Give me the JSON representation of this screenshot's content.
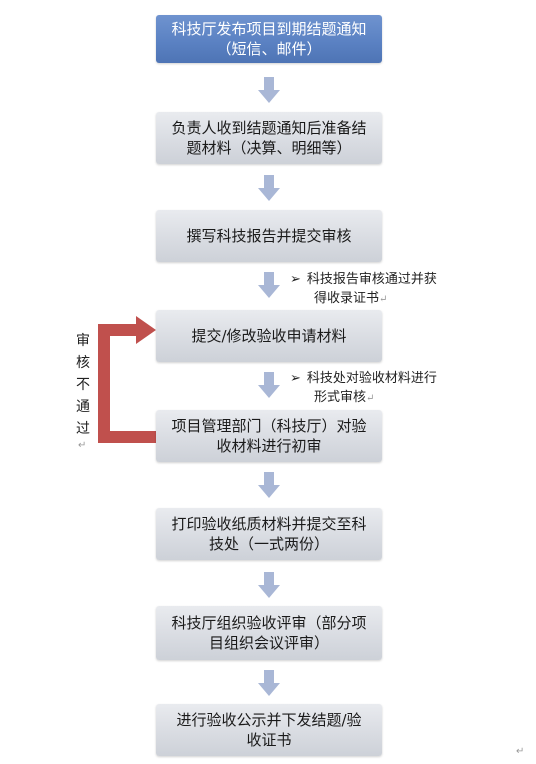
{
  "steps": [
    {
      "line1": "科技厅发布项目到期结题通知",
      "line2": "（短信、邮件）"
    },
    {
      "line1": "负责人收到结题通知后准备结",
      "line2": "题材料（决算、明细等）"
    },
    {
      "line1": "撰写科技报告并提交审核",
      "line2": ""
    },
    {
      "line1": "提交/修改验收申请材料",
      "line2": ""
    },
    {
      "line1": "项目管理部门（科技厅）对验",
      "line2": "收材料进行初审"
    },
    {
      "line1": "打印验收纸质材料并提交至科",
      "line2": "技处（一式两份）"
    },
    {
      "line1": "科技厅组织验收评审（部分项",
      "line2": "目组织会议评审）"
    },
    {
      "line1": "进行验收公示并下发结题/验",
      "line2": "收证书"
    }
  ],
  "notes": [
    {
      "mark": "➢",
      "line1": "科技报告审核通过并获",
      "line2": "得收录证书"
    },
    {
      "mark": "➢",
      "line1": "科技处对验收材料进行",
      "line2": "形式审核"
    }
  ],
  "reject_label": [
    "审",
    "核",
    "不",
    "通",
    "过"
  ],
  "colors": {
    "first_box": "#5b82c3",
    "arrow": "#a9b7d6",
    "loop": "#c0504d"
  }
}
